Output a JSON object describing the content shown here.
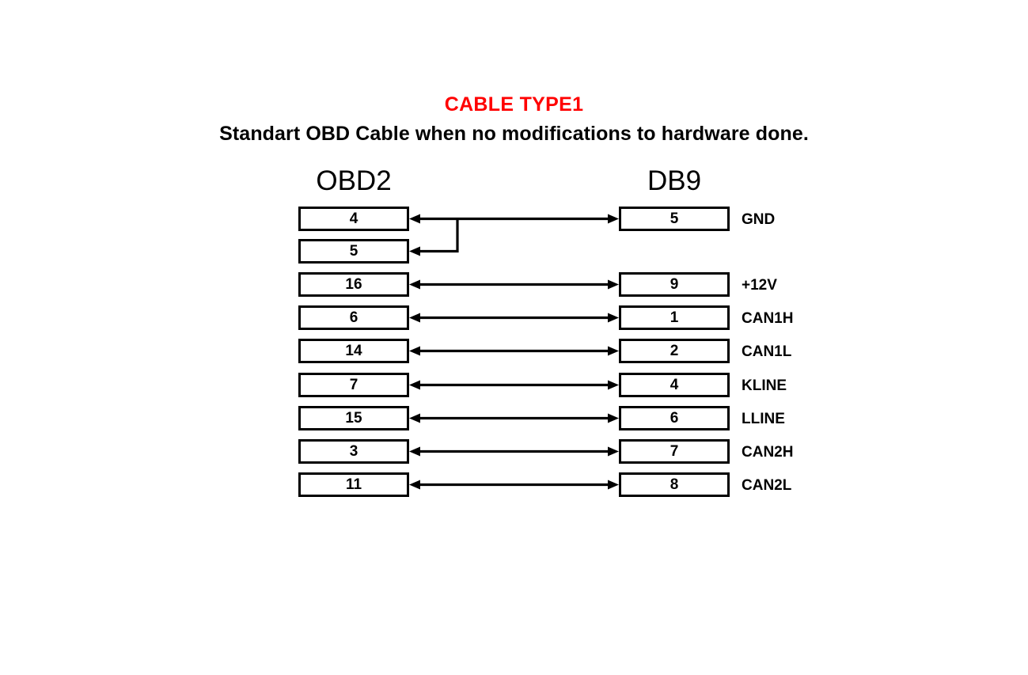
{
  "title": {
    "main": "CABLE TYPE1",
    "main_color": "#ff0000",
    "subtitle": "Standart OBD Cable when no modifications to hardware done.",
    "subtitle_color": "#000000"
  },
  "columns": {
    "left_header": "OBD2",
    "right_header": "DB9"
  },
  "connections": [
    {
      "obd2_pin": "4",
      "db9_pin": "5",
      "signal": "GND"
    },
    {
      "obd2_pin": "5",
      "db9_pin": "",
      "signal": ""
    },
    {
      "obd2_pin": "16",
      "db9_pin": "9",
      "signal": "+12V"
    },
    {
      "obd2_pin": "6",
      "db9_pin": "1",
      "signal": "CAN1H"
    },
    {
      "obd2_pin": "14",
      "db9_pin": "2",
      "signal": "CAN1L"
    },
    {
      "obd2_pin": "7",
      "db9_pin": "4",
      "signal": "KLINE"
    },
    {
      "obd2_pin": "15",
      "db9_pin": "6",
      "signal": "LLINE"
    },
    {
      "obd2_pin": "3",
      "db9_pin": "7",
      "signal": "CAN2H"
    },
    {
      "obd2_pin": "11",
      "db9_pin": "8",
      "signal": "CAN2L"
    }
  ]
}
